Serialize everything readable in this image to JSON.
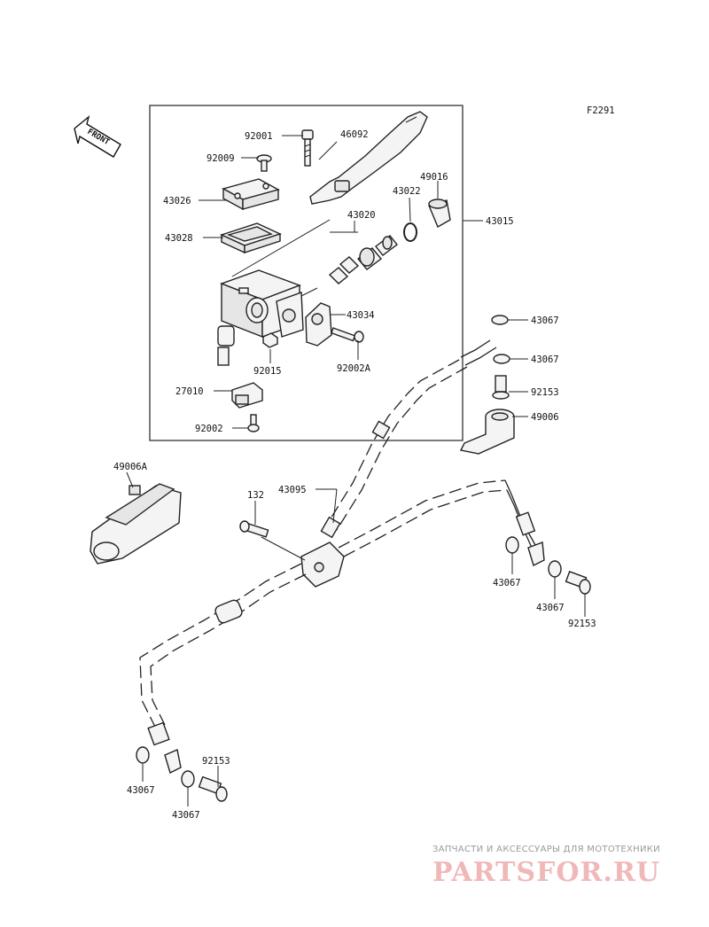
{
  "figure_code": "F2291",
  "front_label": "FRONT",
  "watermark": {
    "subtitle": "ЗАПЧАСТИ И АКСЕССУАРЫ ДЛЯ МОТОТЕХНИКИ",
    "brand": "PARTSFOR.RU"
  },
  "part_labels": {
    "p92001": "92001",
    "p46092": "46092",
    "p92009": "92009",
    "p43026": "43026",
    "p43022": "43022",
    "p49016": "49016",
    "p43015": "43015",
    "p43020": "43020",
    "p43028": "43028",
    "p43034": "43034",
    "p92015": "92015",
    "p92002A": "92002A",
    "p27010": "27010",
    "p92002": "92002",
    "p43067_a": "43067",
    "p43067_b": "43067",
    "p92153_a": "92153",
    "p49006": "49006",
    "p49006A": "49006A",
    "p132": "132",
    "p43095": "43095",
    "p43067_c": "43067",
    "p43067_d": "43067",
    "p92153_b": "92153",
    "p92153_c": "92153",
    "p43067_e": "43067",
    "p43067_f": "43067"
  }
}
